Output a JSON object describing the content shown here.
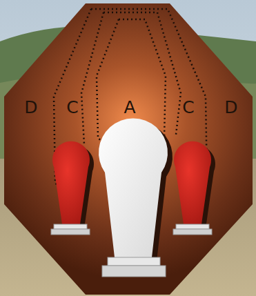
{
  "diagram": {
    "labels": [
      "D",
      "C",
      "A",
      "C",
      "D"
    ]
  }
}
